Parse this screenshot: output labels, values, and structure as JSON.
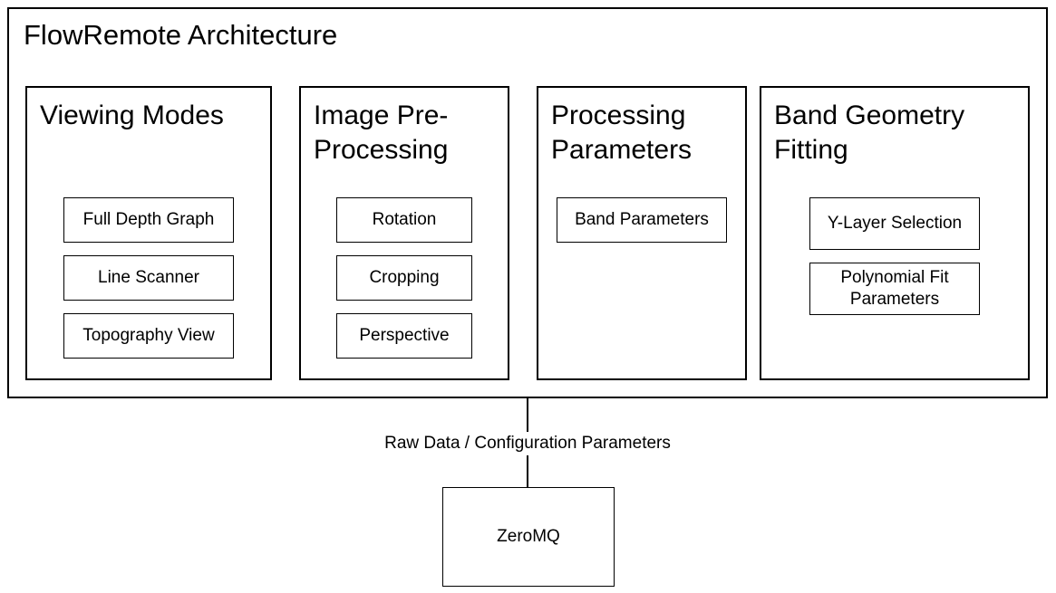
{
  "diagram": {
    "title": "FlowRemote Architecture",
    "columns": [
      {
        "title": "Viewing Modes",
        "items": [
          "Full Depth Graph",
          "Line Scanner",
          "Topography View"
        ]
      },
      {
        "title": "Image Pre-Processing",
        "items": [
          "Rotation",
          "Cropping",
          "Perspective"
        ]
      },
      {
        "title": "Processing Parameters",
        "items": [
          "Band Parameters"
        ]
      },
      {
        "title": "Band Geometry Fitting",
        "items": [
          "Y-Layer Selection",
          "Polynomial Fit Parameters"
        ]
      }
    ],
    "connection_label": "Raw Data / Configuration Parameters",
    "external_node": "ZeroMQ",
    "colors": {
      "border": "#000000",
      "background": "#ffffff",
      "text": "#000000"
    }
  }
}
